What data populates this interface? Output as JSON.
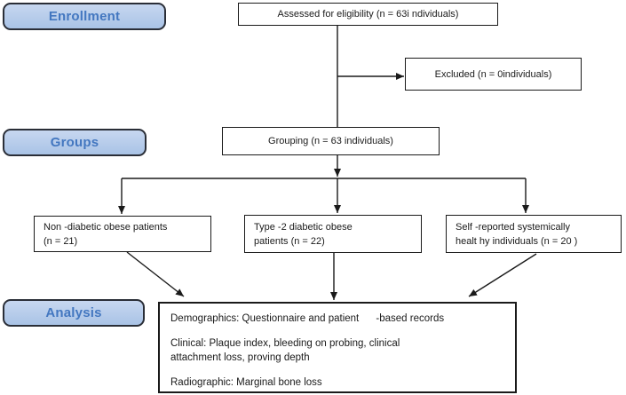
{
  "figure": {
    "type": "study-flow-diagram",
    "background": "#ffffff"
  },
  "phase_labels": {
    "enrollment": "Enrollment",
    "groups": "Groups",
    "analysis": "Analysis"
  },
  "enrollment": {
    "assessed": "Assessed for eligibility (n = 63i ndividuals)",
    "excluded": "Excluded (n = 0individuals)"
  },
  "groups": {
    "grouping": "Grouping (n = 63 individuals)",
    "group1": {
      "line1": "Non -diabetic obese patients",
      "line2": "(n = 21)"
    },
    "group2": {
      "line1": "Type -2 diabetic obese",
      "line2": "patients (n = 22)"
    },
    "group3": {
      "line1": "Self -reported systemically",
      "line2": "healt hy individuals (n = 20 )"
    }
  },
  "analysis": {
    "demographics": "Demographics: Questionnaire and patient      -based records",
    "clinical_line1": "Clinical: Plaque index, bleeding on probing, clinical",
    "clinical_line2": "attachment loss, proving depth",
    "radiographic": "Radiographic: Marginal bone loss"
  },
  "colors": {
    "phase_fill": "#b5c9e9",
    "phase_border": "#2a2e37",
    "phase_text": "#4377c0",
    "box_border": "#1a1a1a",
    "arrow": "#1a1a1a"
  }
}
